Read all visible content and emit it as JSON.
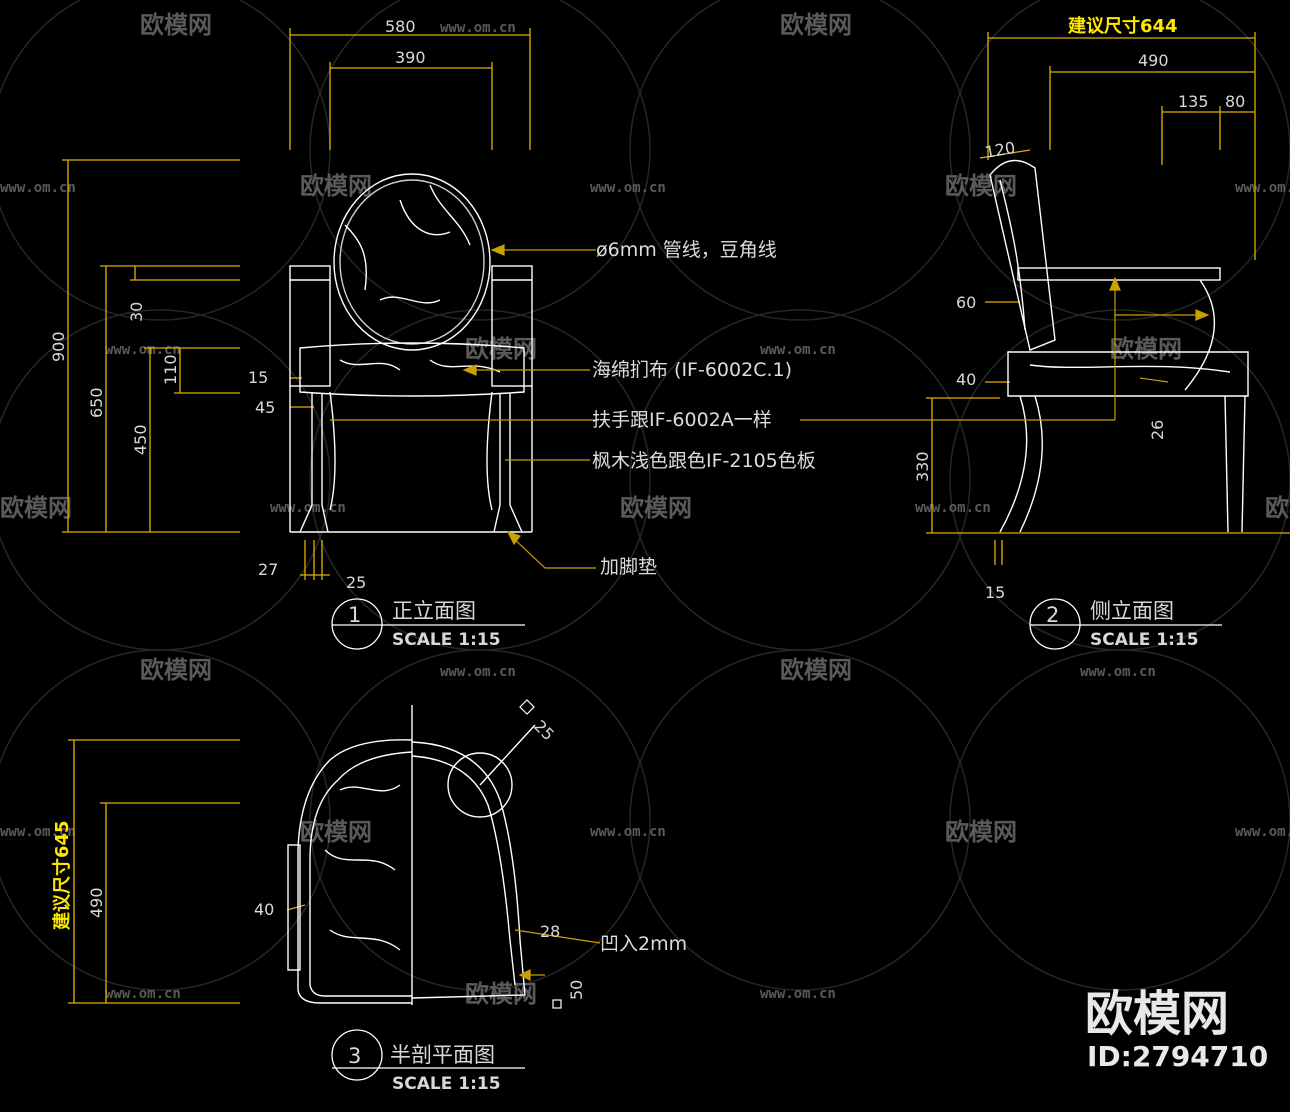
{
  "views": {
    "front": {
      "number": "1",
      "name": "正立面图",
      "scale": "SCALE 1:15",
      "dims": {
        "d580": "580",
        "d390": "390",
        "d900": "900",
        "d650": "650",
        "d450": "450",
        "d30": "30",
        "d110": "110",
        "d15": "15",
        "d45": "45",
        "d27": "27",
        "d25": "25"
      },
      "notes": {
        "piping": "ø6mm 管线，豆角线",
        "sponge": "海绵扪布 (IF-6002C.1)",
        "armrest": "扶手跟IF-6002A一样",
        "wood": "枫木浅色跟色IF-2105色板",
        "footpad": "加脚垫"
      }
    },
    "side": {
      "number": "2",
      "name": "侧立面图",
      "scale": "SCALE 1:15",
      "suggested": "建议尺寸644",
      "dims": {
        "d490": "490",
        "d135": "135",
        "d80": "80",
        "d120": "120",
        "d60": "60",
        "d40": "40",
        "d26": "26",
        "d330": "330",
        "d15": "15"
      }
    },
    "plan": {
      "number": "3",
      "name": "半剖平面图",
      "scale": "SCALE 1:15",
      "suggested": "建议尺寸645",
      "dims": {
        "d490": "490",
        "d40": "40",
        "d25": "25",
        "d28": "28",
        "d50": "50"
      },
      "notes": {
        "recess": "凹入2mm"
      }
    }
  },
  "watermark": {
    "logo_text": "欧模网",
    "url": "www.om.cn"
  },
  "brand": {
    "name": "欧模网",
    "id": "ID:2794710"
  },
  "colors": {
    "background": "#000000",
    "dimension": "#e0b000",
    "outline": "#ffffff",
    "leader": "#c8a000",
    "suggested": "#ffe800"
  }
}
